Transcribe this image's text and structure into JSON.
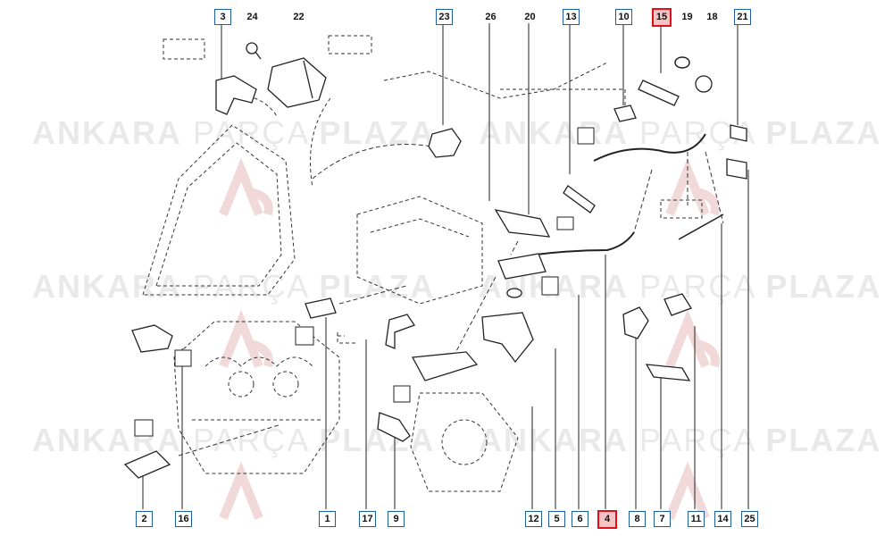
{
  "watermark": {
    "part1": "ANKARA",
    "part2": "PARÇA",
    "part3": "PLAZA"
  },
  "colors": {
    "label_border": "#1b5fa8",
    "highlight": "#e0101a",
    "line": "#222222",
    "watermark": "#b4b4b4"
  },
  "labels": {
    "top": [
      {
        "id": "3",
        "style": "box"
      },
      {
        "id": "24",
        "style": "plain"
      },
      {
        "id": "22",
        "style": "plain"
      },
      {
        "id": "23",
        "style": "box"
      },
      {
        "id": "26",
        "style": "plain"
      },
      {
        "id": "20",
        "style": "plain"
      },
      {
        "id": "13",
        "style": "box"
      },
      {
        "id": "10",
        "style": "box"
      },
      {
        "id": "15",
        "style": "highlight"
      },
      {
        "id": "19",
        "style": "plain"
      },
      {
        "id": "18",
        "style": "plain"
      },
      {
        "id": "21",
        "style": "box"
      }
    ],
    "bottom": [
      {
        "id": "2",
        "style": "box"
      },
      {
        "id": "16",
        "style": "box"
      },
      {
        "id": "1",
        "style": "box"
      },
      {
        "id": "17",
        "style": "box"
      },
      {
        "id": "9",
        "style": "box"
      },
      {
        "id": "12",
        "style": "box"
      },
      {
        "id": "5",
        "style": "box"
      },
      {
        "id": "6",
        "style": "box"
      },
      {
        "id": "4",
        "style": "highlight"
      },
      {
        "id": "8",
        "style": "box"
      },
      {
        "id": "7",
        "style": "box"
      },
      {
        "id": "11",
        "style": "box"
      },
      {
        "id": "14",
        "style": "box"
      },
      {
        "id": "25",
        "style": "box"
      }
    ]
  }
}
